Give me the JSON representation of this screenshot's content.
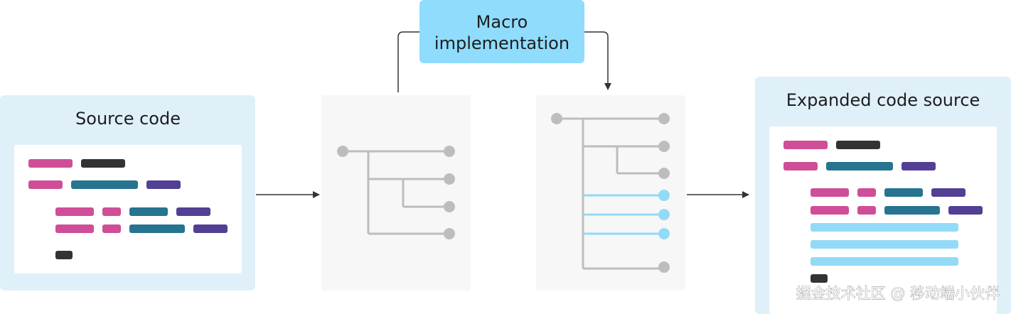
{
  "macro_box": {
    "line1": "Macro",
    "line2": "implementation"
  },
  "source_panel": {
    "title": "Source code"
  },
  "expanded_panel": {
    "title": "Expanded code source"
  },
  "watermark": {
    "text": "掘金技术社区 @ 移动端小伙伴"
  },
  "colors": {
    "panel_bg": "#dff0f9",
    "tree_bg": "#f7f7f7",
    "macro_bg": "#8fdcfc",
    "pink": "#cf4e97",
    "dark": "#333333",
    "teal": "#26748f",
    "purple": "#533f93",
    "light_blue": "#93daf7",
    "tree_gray": "#bdbdbd"
  }
}
